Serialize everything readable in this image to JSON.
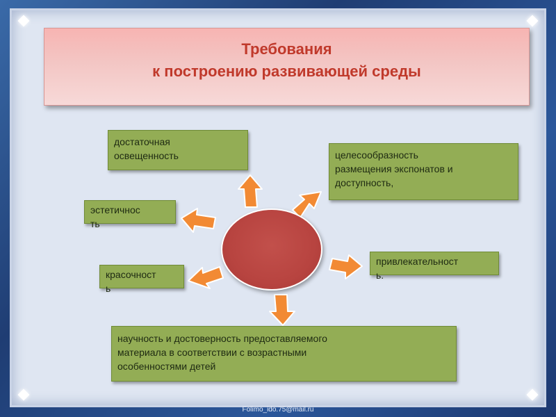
{
  "title": {
    "line1": "Требования",
    "line2": "к построению развивающей среды"
  },
  "boxes": {
    "lighting": [
      "достаточная",
      "освещенность"
    ],
    "expedience": [
      "целесообразность",
      "размещения экспонатов и",
      "доступность,"
    ],
    "aesthetic": [
      "эстетичнос",
      "ть"
    ],
    "attractiveness": [
      "привлекательност",
      "ь."
    ],
    "colorful": [
      "красочност",
      "ь"
    ],
    "scientific": [
      "научность и достоверность предоставляемого",
      "материала в соответствии с возрастными",
      "особенностями детей"
    ]
  },
  "footer": "Folimo_ido.75@mail.ru",
  "colors": {
    "box_fill": "#93ad55",
    "arrow_fill": "#f28a34",
    "circle_fill": "#b84440",
    "title_text": "#c0392b"
  }
}
